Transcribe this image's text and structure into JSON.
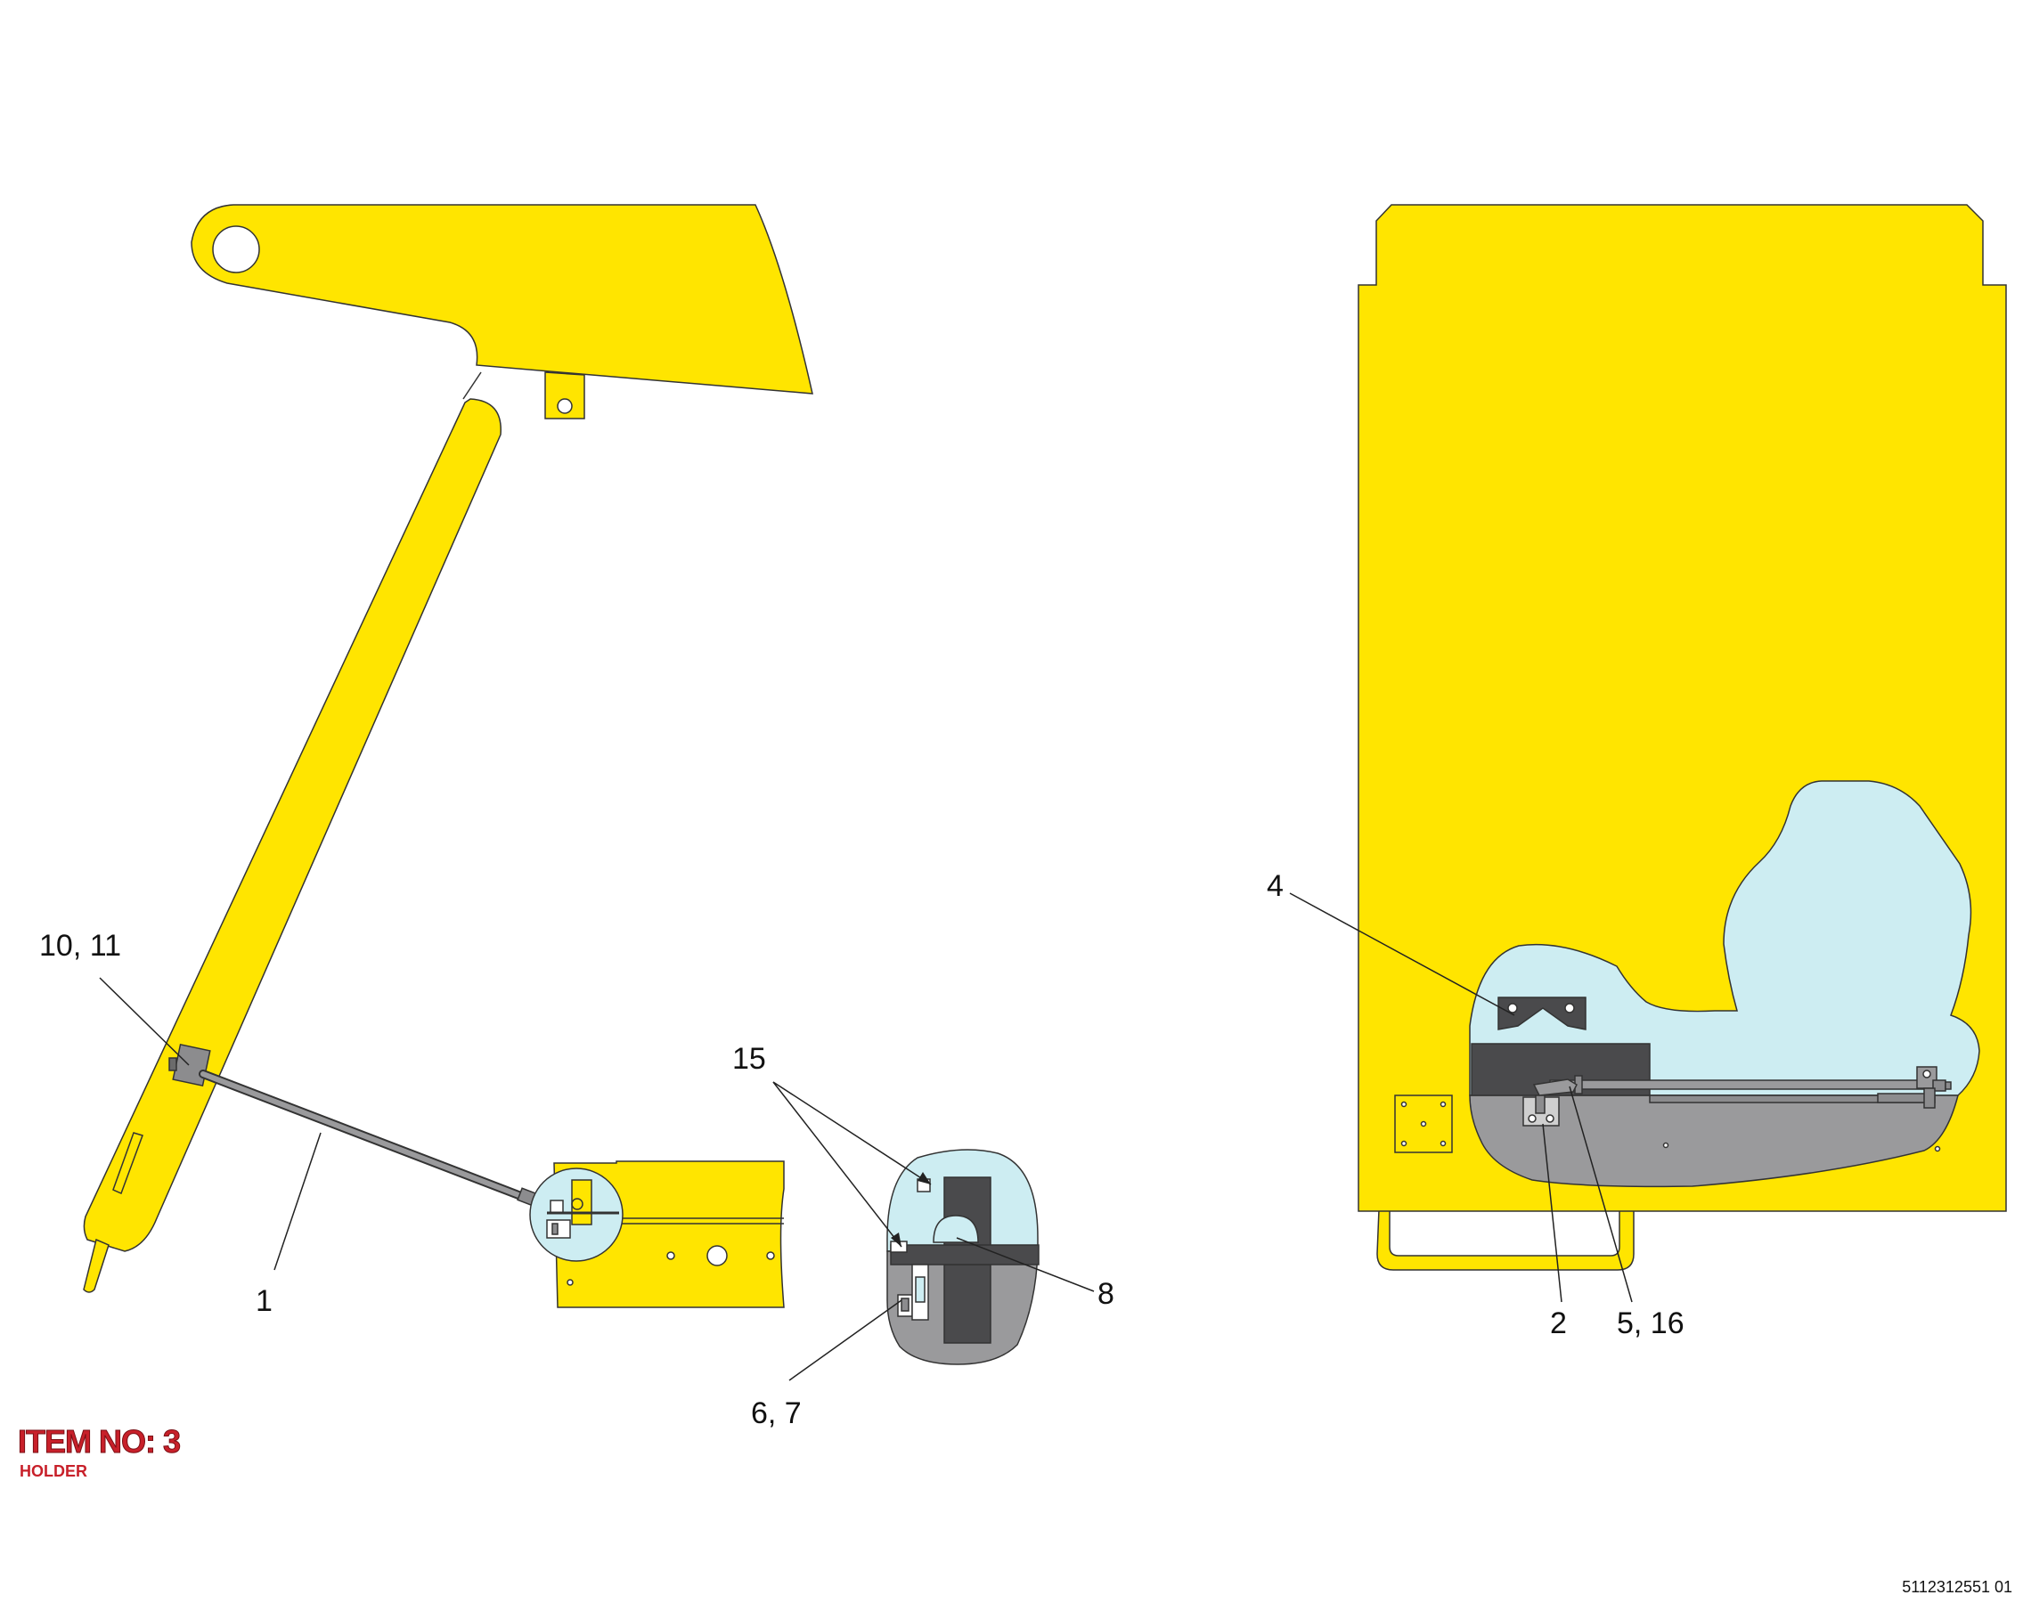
{
  "callouts": {
    "c1": "1",
    "c2": "2",
    "c4": "4",
    "c5_16": "5, 16",
    "c6_7": "6, 7",
    "c8": "8",
    "c10_11": "10, 11",
    "c15": "15"
  },
  "item": {
    "number_label": "ITEM NO: 3",
    "name": "HOLDER"
  },
  "document_number": "5112312551 01",
  "colors": {
    "part_yellow": "#FFE500",
    "detail_cyan": "#CDEDF2",
    "detail_gray": "#9A9A9C",
    "dark_part": "#4A4A4C",
    "outline": "#333333",
    "item_red": "#C8202A"
  }
}
